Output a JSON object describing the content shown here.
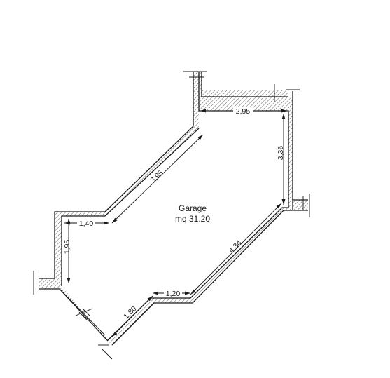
{
  "room": {
    "name": "Garage",
    "area_label": "mq 31.20"
  },
  "dimensions": {
    "top_width": "2,95",
    "right_height": "3,36",
    "diagonal_upper": "3,95",
    "diagonal_lower": "4,34",
    "left_step_width": "1,40",
    "left_height": "1,95",
    "bottom_step_width": "1,20",
    "bottom_diagonal": "1,80"
  },
  "colors": {
    "line": "#1a1a1a",
    "background": "#ffffff"
  }
}
